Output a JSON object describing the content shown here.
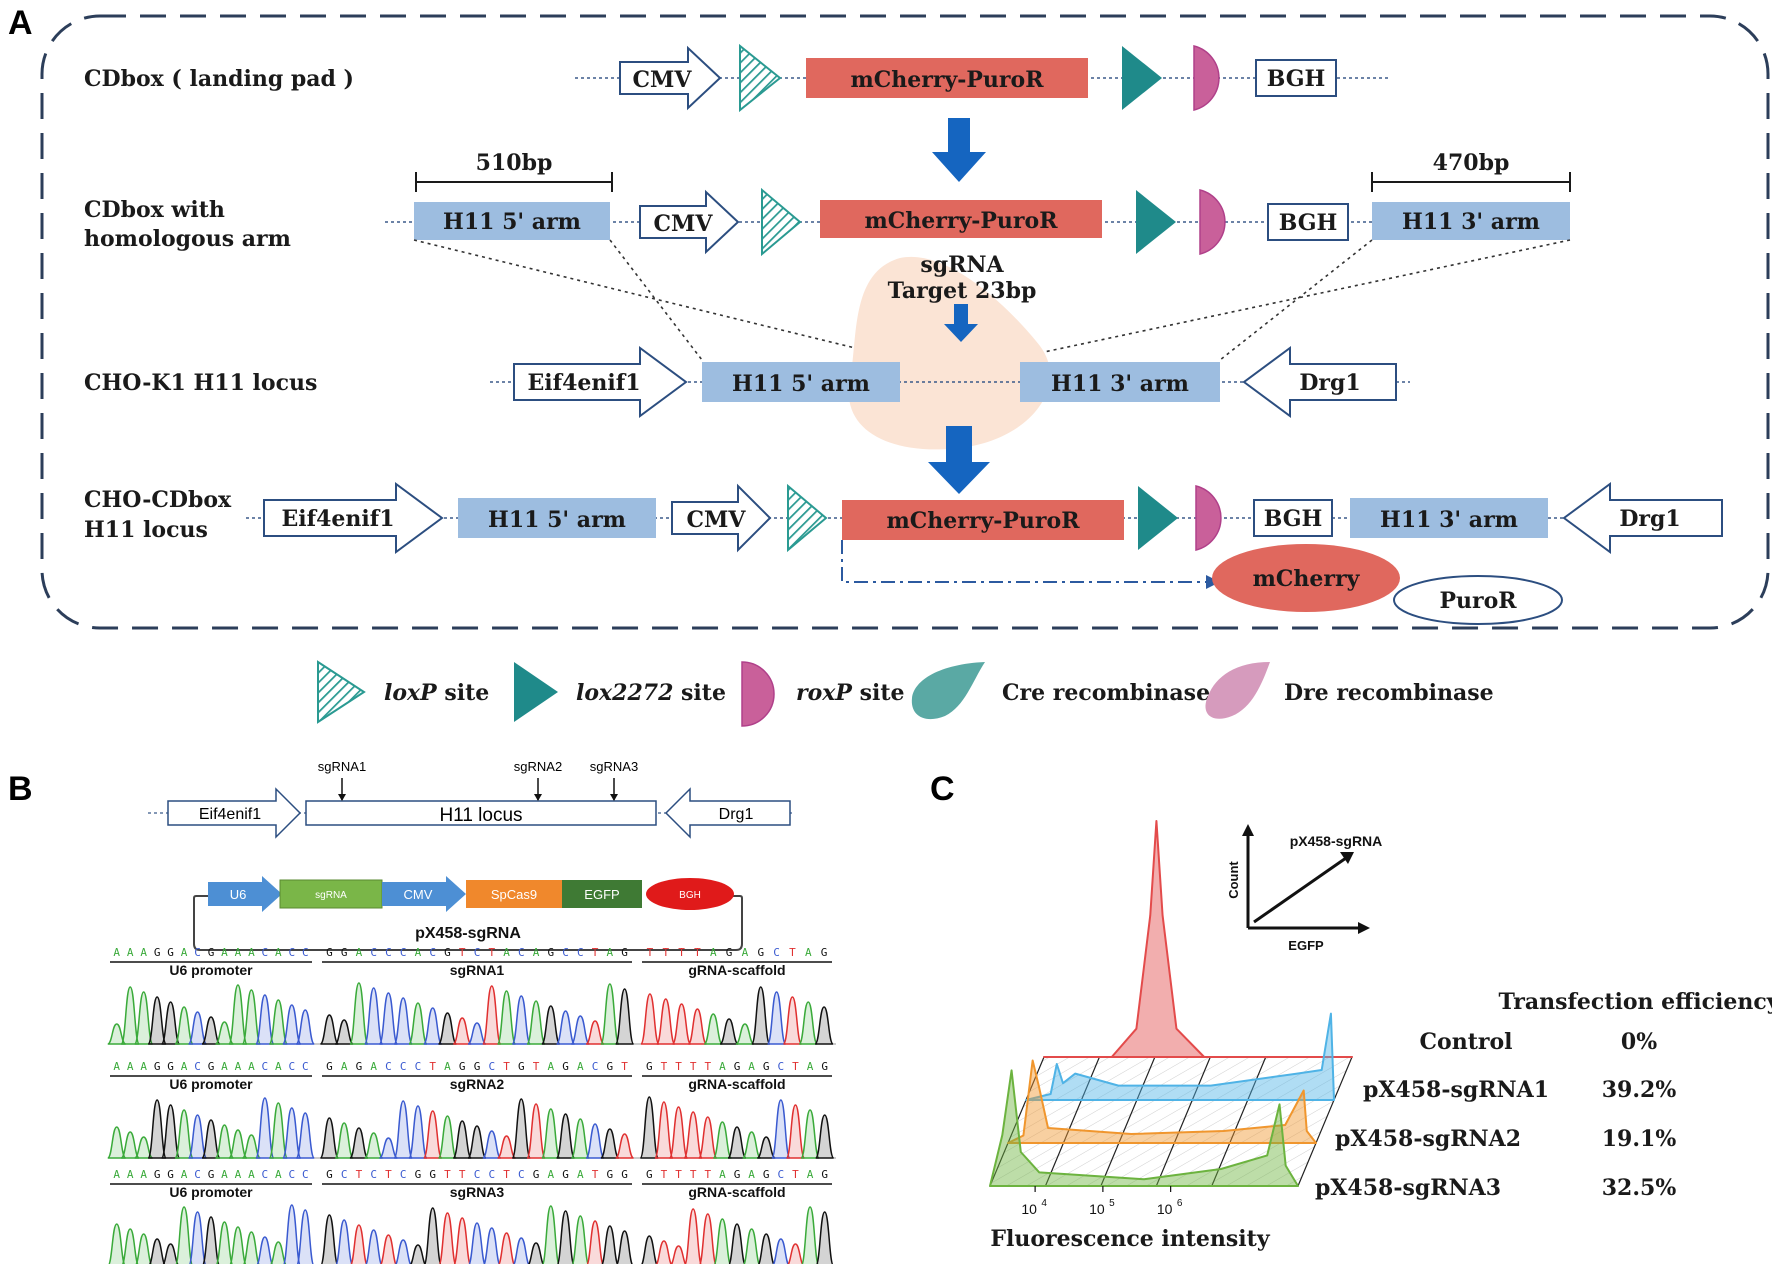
{
  "panels": {
    "a": "A",
    "b": "B",
    "c": "C"
  },
  "panel_a": {
    "rows": [
      {
        "label": "CDbox ( landing pad )"
      },
      {
        "label_line1": "CDbox with",
        "label_line2": "homologous arm"
      },
      {
        "label": "CHO-K1 H11 locus"
      },
      {
        "label_line1": "CHO-CDbox",
        "label_line2": "H11 locus"
      }
    ],
    "elements": {
      "cmv": "CMV",
      "mcherry_puror": "mCherry-PuroR",
      "bgh": "BGH",
      "h11_5arm": "H11 5' arm",
      "h11_3arm": "H11 3' arm",
      "eif4enif1": "Eif4enif1",
      "drg1": "Drg1",
      "len_5": "510bp",
      "len_3": "470bp",
      "sgrna_line1": "sgRNA",
      "sgrna_line2": "Target 23bp",
      "mcherry": "mCherry",
      "puror": "PuroR"
    },
    "colors": {
      "red": "#e0685e",
      "blue": "#9dbde0",
      "arrow": "#1565c0",
      "lox2272": "#1f8a8a",
      "roxp": "#c9609a",
      "cre": "#5aa9a4",
      "dre": "#d69bbd",
      "blob": "#fbe4d5"
    }
  },
  "legend": {
    "loxp_italic": "loxP",
    "loxp_rest": " site",
    "lox2272_italic": "lox2272",
    "lox2272_rest": " site",
    "roxp_italic": "roxP",
    "roxp_rest": " site",
    "cre": "Cre recombinase",
    "dre": "Dre recombinase"
  },
  "panel_b": {
    "locus": {
      "left": "Eif4enif1",
      "center": "H11 locus",
      "right": "Drg1"
    },
    "sgrnas": [
      "sgRNA1",
      "sgRNA2",
      "sgRNA3"
    ],
    "plasmid": {
      "u6": "U6",
      "sgrna": "sgRNA",
      "cmv": "CMV",
      "spcas9": "SpCas9",
      "egfp": "EGFP",
      "bgh": "BGH",
      "name": "pX458-sgRNA"
    },
    "traces": [
      {
        "seq_a": "AAAGGACGAAACACC",
        "seq_b": "GGACCCACGTCTACAGCCTAG",
        "seq_c": "TTTTAGAGCTAG",
        "seg1": "U6 promoter",
        "seg2": "sgRNA1",
        "seg3": "gRNA-scaffold"
      },
      {
        "seq_a": "AAAGGACGAAACACC",
        "seq_b": "GAGACCCTAGGCTGTAGACGT",
        "seq_c": "GTTTTAGAGCTAG",
        "seg1": "U6 promoter",
        "seg2": "sgRNA2",
        "seg3": "gRNA-scaffold"
      },
      {
        "seq_a": "AAAGGACGAAACACC",
        "seq_b": "GCTCTCGGTTCCTCGAGATGG",
        "seq_c": "GTTTTAGAGCTAG",
        "seg1": "U6 promoter",
        "seg2": "sgRNA3",
        "seg3": "gRNA-scaffold"
      }
    ]
  },
  "chart_data": {
    "type": "area",
    "xlabel": "Fluorescence intensity",
    "x_ticks": [
      "10",
      "10",
      "10"
    ],
    "x_tick_exps": [
      "4",
      "5",
      "6"
    ],
    "inset": {
      "count_label": "Count",
      "egfp_label": "EGFP",
      "title": "pX458-sgRNA"
    },
    "efficiency_header": "Transfection efficiency",
    "series": [
      {
        "name": "Control",
        "efficiency": "0%",
        "color": "#e34b4b"
      },
      {
        "name": "pX458-sgRNA1",
        "efficiency": "39.2%",
        "color": "#4fb3e6"
      },
      {
        "name": "pX458-sgRNA2",
        "efficiency": "19.1%",
        "color": "#f0962e"
      },
      {
        "name": "pX458-sgRNA3",
        "efficiency": "32.5%",
        "color": "#6cb33f"
      }
    ]
  }
}
